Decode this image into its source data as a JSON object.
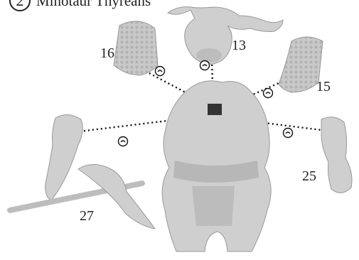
{
  "step": {
    "number": "2",
    "title": "Minotaur Thyreans"
  },
  "parts": [
    {
      "id": "p16",
      "label": "16"
    },
    {
      "id": "p13",
      "label": "13"
    },
    {
      "id": "p15",
      "label": "15"
    },
    {
      "id": "p27",
      "label": "27"
    },
    {
      "id": "p25",
      "label": "25"
    }
  ],
  "glue_icon": "glue-drop-icon",
  "colors": {
    "miniature_fill": "#cfcfcf",
    "miniature_shadow": "#a9a9a9",
    "guide_line": "#111111"
  }
}
